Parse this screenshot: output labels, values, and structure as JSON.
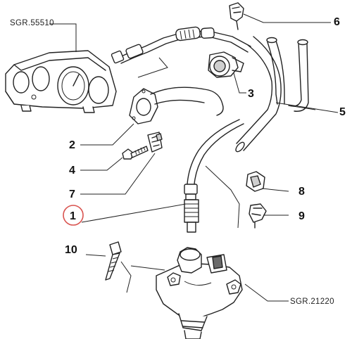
{
  "references": {
    "dashboard": "SGR.55510",
    "gearbox": "SGR.21220"
  },
  "callouts": [
    {
      "id": "1",
      "highlighted": true
    },
    {
      "id": "2"
    },
    {
      "id": "3"
    },
    {
      "id": "4"
    },
    {
      "id": "5"
    },
    {
      "id": "6"
    },
    {
      "id": "7"
    },
    {
      "id": "8"
    },
    {
      "id": "9"
    },
    {
      "id": "10"
    }
  ],
  "colors": {
    "ink": "#222222",
    "highlight_circle": "#d9534f"
  }
}
